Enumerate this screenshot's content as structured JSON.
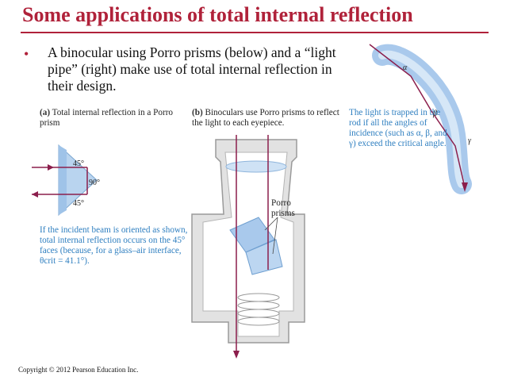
{
  "slide": {
    "title": "Some applications of total internal reflection",
    "bullet_marker": "•",
    "bullet_text": "A binocular using Porro prisms (below) and a “light pipe” (right) make use of total internal reflection in their design."
  },
  "panel_a": {
    "caption_tag": "(a)",
    "caption": "Total internal reflection in a Porro prism",
    "angle_top": "45°",
    "angle_right": "90°",
    "angle_bottom": "45°",
    "note": "If the incident beam is oriented as shown, total internal reflection occurs on the 45° faces (because, for a glass–air interface, θcrit = 41.1°)."
  },
  "panel_b": {
    "caption_tag": "(b)",
    "caption": "Binoculars use Porro prisms to reflect the light to each eyepiece.",
    "label": "Porro prisms"
  },
  "panel_c": {
    "caption": "The light is trapped in the rod if all the angles of incidence (such as α, β, and γ) exceed the critical angle.",
    "alpha": "α",
    "beta": "β",
    "gamma": "γ"
  },
  "colors": {
    "title": "#b0223a",
    "ray": "#8b1e4c",
    "glass": "#b9d4ef",
    "caption_blue": "#2f7fc0"
  },
  "footer": {
    "copyright": "Copyright © 2012 Pearson Education Inc."
  }
}
